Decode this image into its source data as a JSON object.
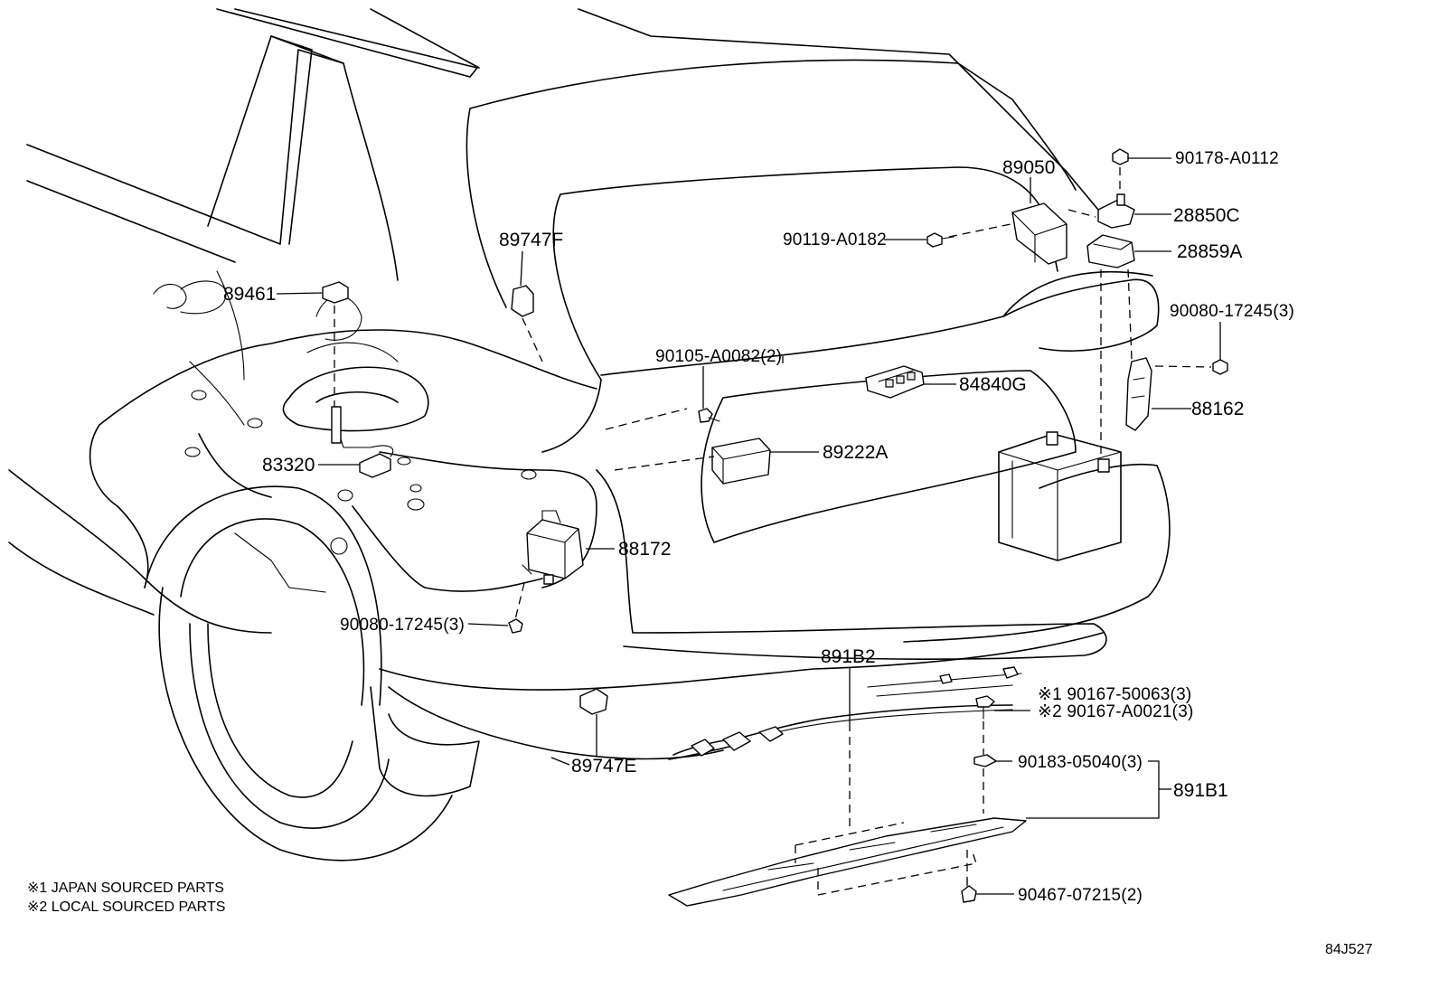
{
  "diagram": {
    "labels": {
      "p89461": "89461",
      "p89747F": "89747F",
      "p83320": "83320",
      "p88172": "88172",
      "p90080_left": "90080-17245(3)",
      "p90105": "90105-A0082(2)",
      "p89222A": "89222A",
      "p84840G": "84840G",
      "p89050": "89050",
      "p90119": "90119-A0182",
      "p90178": "90178-A0112",
      "p28850C": "28850C",
      "p28859A": "28859A",
      "p90080_right": "90080-17245(3)",
      "p88162": "88162",
      "p891B2": "891B2",
      "p90167_1": "※1 90167-50063(3)",
      "p90167_2": "※2 90167-A0021(3)",
      "p90183": "90183-05040(3)",
      "p891B1": "891B1",
      "p89747E": "89747E",
      "p90467": "90467-07215(2)"
    },
    "notes": {
      "note1": "※1 JAPAN SOURCED PARTS",
      "note2": "※2 LOCAL SOURCED PARTS"
    },
    "code": "84J527"
  }
}
